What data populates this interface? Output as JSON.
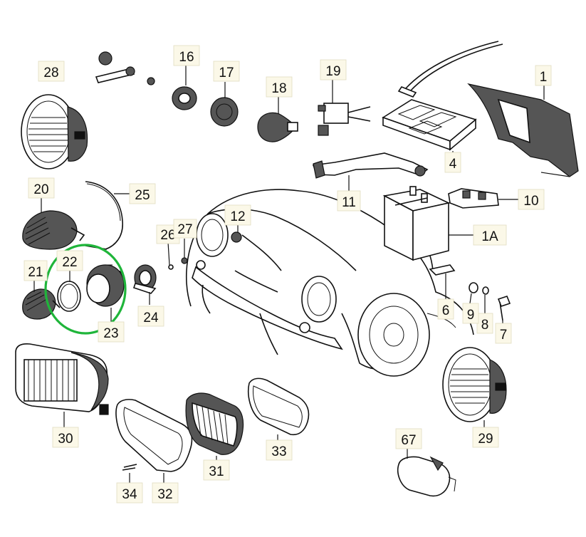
{
  "diagram": {
    "callouts": [
      {
        "id": "c1",
        "label": "1"
      },
      {
        "id": "c1a",
        "label": "1A"
      },
      {
        "id": "c4",
        "label": "4"
      },
      {
        "id": "c6",
        "label": "6"
      },
      {
        "id": "c7",
        "label": "7"
      },
      {
        "id": "c8",
        "label": "8"
      },
      {
        "id": "c9",
        "label": "9"
      },
      {
        "id": "c10",
        "label": "10"
      },
      {
        "id": "c11",
        "label": "11"
      },
      {
        "id": "c12",
        "label": "12"
      },
      {
        "id": "c16",
        "label": "16"
      },
      {
        "id": "c17",
        "label": "17"
      },
      {
        "id": "c18",
        "label": "18"
      },
      {
        "id": "c19",
        "label": "19"
      },
      {
        "id": "c20",
        "label": "20"
      },
      {
        "id": "c21",
        "label": "21"
      },
      {
        "id": "c22",
        "label": "22"
      },
      {
        "id": "c23",
        "label": "23"
      },
      {
        "id": "c24",
        "label": "24"
      },
      {
        "id": "c25",
        "label": "25"
      },
      {
        "id": "c26",
        "label": "26"
      },
      {
        "id": "c27",
        "label": "27"
      },
      {
        "id": "c28",
        "label": "28"
      },
      {
        "id": "c29",
        "label": "29"
      },
      {
        "id": "c30",
        "label": "30"
      },
      {
        "id": "c31",
        "label": "31"
      },
      {
        "id": "c32",
        "label": "32"
      },
      {
        "id": "c33",
        "label": "33"
      },
      {
        "id": "c34",
        "label": "34"
      },
      {
        "id": "c67",
        "label": "67"
      }
    ],
    "highlight": {
      "color": "#1fb53a",
      "parts": [
        "22",
        "23"
      ]
    }
  }
}
